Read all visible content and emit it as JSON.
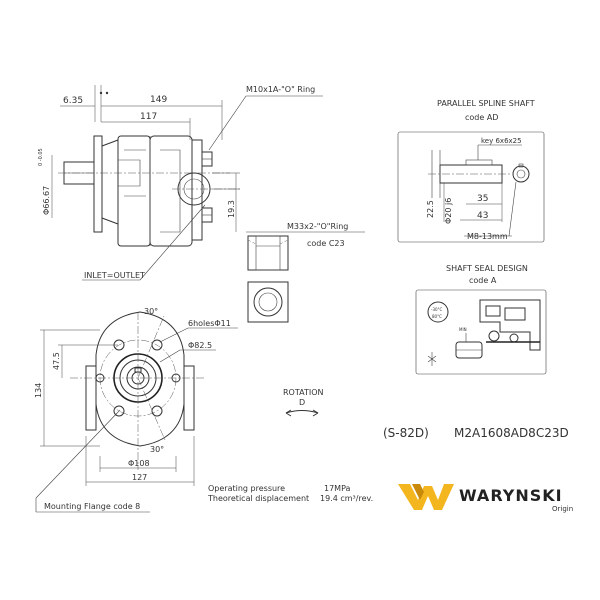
{
  "pump": {
    "dim_flange_thickness": "6.35",
    "dim_overall_length": "149",
    "dim_body_length": "117",
    "dim_shaft_diameter_label": "Φ66.67",
    "dim_shaft_tolerance": "0\n-0.05",
    "port_thread_a": "M10x1A-\"O\" Ring",
    "port_thread_b": "M33x2-\"O\"Ring",
    "port_code": "code C23",
    "port_offset": "19.3",
    "inlet_outlet": "INLET=OUTLET"
  },
  "flange": {
    "angle_top": "30°",
    "angle_bottom": "30°",
    "holes": "6holesΦ11",
    "pilot_diameter": "Φ82.5",
    "bolt_circle": "Φ108",
    "width": "127",
    "height": "134",
    "half_height": "47.5",
    "label": "Mounting Flange  code 8"
  },
  "rotation": {
    "label": "ROTATION",
    "direction": "D"
  },
  "spline": {
    "title": "PARALLEL SPLINE SHAFT",
    "code": "code AD",
    "key": "key 6x6x25",
    "dim_length": "22.5",
    "dim_diameter": "Φ20 j6",
    "dim_35": "35",
    "dim_43": "43",
    "thread": "M8-13mm"
  },
  "seal": {
    "title": "SHAFT SEAL DESIGN",
    "code": "code A",
    "temp_low": "-30°C",
    "temp_high": "80°C",
    "min_label": "MIN"
  },
  "model": {
    "series": "(S-82D)",
    "number": "M2A1608AD8C23D"
  },
  "specs": {
    "pressure_label": "Operating pressure",
    "pressure_value": "17MPa",
    "displacement_label": "Theoretical displacement",
    "displacement_value": "19.4 cm³/rev."
  },
  "brand": {
    "name": "WARYNSKI",
    "tagline": "Origin",
    "accent": "#f3b61f",
    "accent_dark": "#c98a0a"
  }
}
